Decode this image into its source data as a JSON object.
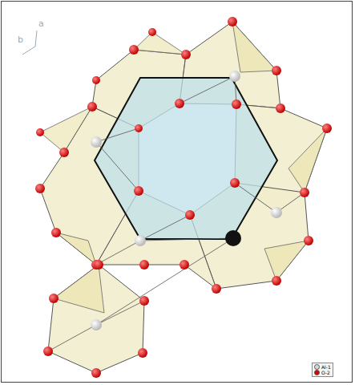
{
  "diagram": {
    "labels": [
      "a",
      "b"
    ],
    "legend": [
      {
        "text": "Al-1",
        "color": "#d8d8d8"
      },
      {
        "text": "O-2",
        "color": "#e00000"
      }
    ]
  }
}
